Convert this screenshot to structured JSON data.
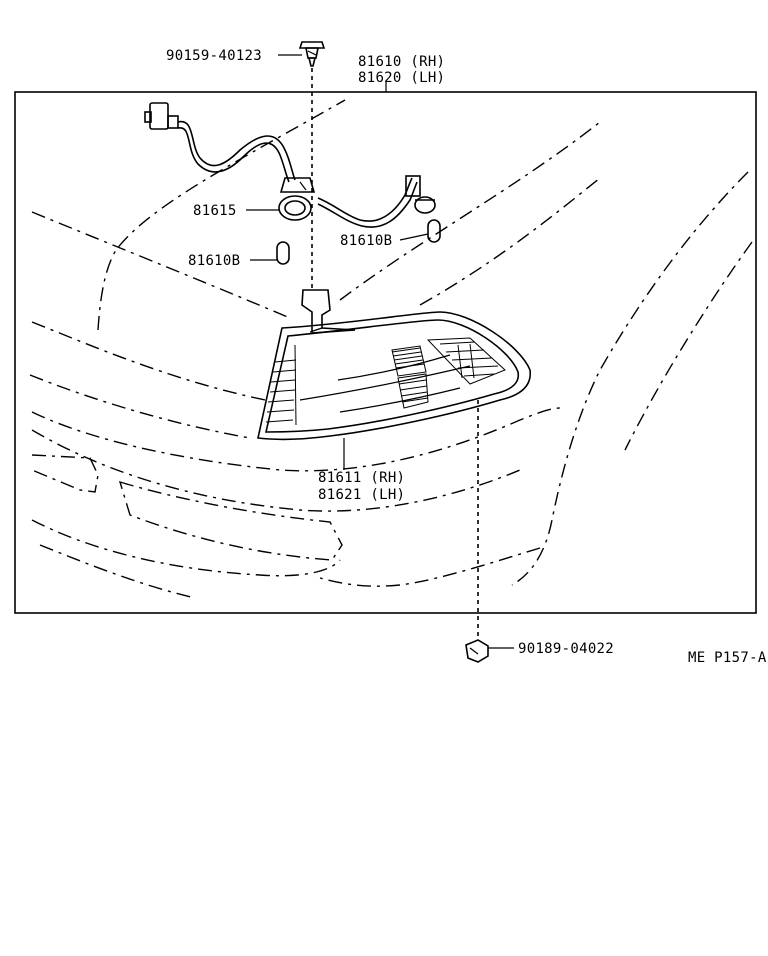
{
  "labels": {
    "clip_screw": "90159-40123",
    "lamp_assy_rh": "81610 (RH)",
    "lamp_assy_lh": "81620 (LH)",
    "socket": "81615",
    "bulb_left": "81610B",
    "bulb_right": "81610B",
    "lens_rh": "81611 (RH)",
    "lens_lh": "81621 (LH)",
    "nut": "90189-04022",
    "diagram_code": "ME P157-A"
  },
  "icons": {
    "clip_screw": "screw-icon",
    "nut": "nut-icon",
    "socket": "socket-icon",
    "bulb": "bulb-icon",
    "connector": "connector-icon"
  }
}
